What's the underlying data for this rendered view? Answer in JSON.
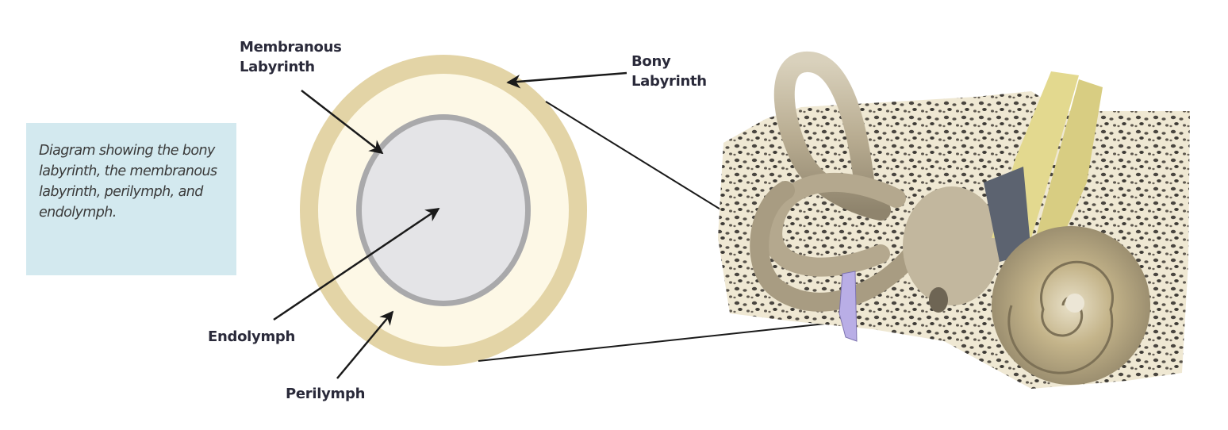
{
  "caption": {
    "text": "Diagram showing the bony labyrinth, the membranous labyrinth, perilymph, and endolymph.",
    "background": "#d3e9ef"
  },
  "labels": {
    "membranous_line1": "Membranous",
    "membranous_line2": "Labyrinth",
    "bony_line1": "Bony",
    "bony_line2": "Labyrinth",
    "endolymph": "Endolymph",
    "perilymph": "Perilymph"
  },
  "colors": {
    "bony_ring": "#e3d4a6",
    "perilymph_fill": "#fdf8e6",
    "membrane_ring": "#a9a9ab",
    "endolymph_fill": "#e4e4e7",
    "bone_tissue": "#eee7d2",
    "labyrinth_tube": "#bdb29a",
    "nerve": "#e3d98f",
    "cross_section_marker": "#b9aee6"
  },
  "illustration": {
    "name": "inner-ear-in-temporal-bone",
    "parts": [
      "semicircular canals",
      "vestibule",
      "cochlea",
      "vestibulocochlear nerve",
      "temporal bone"
    ]
  }
}
